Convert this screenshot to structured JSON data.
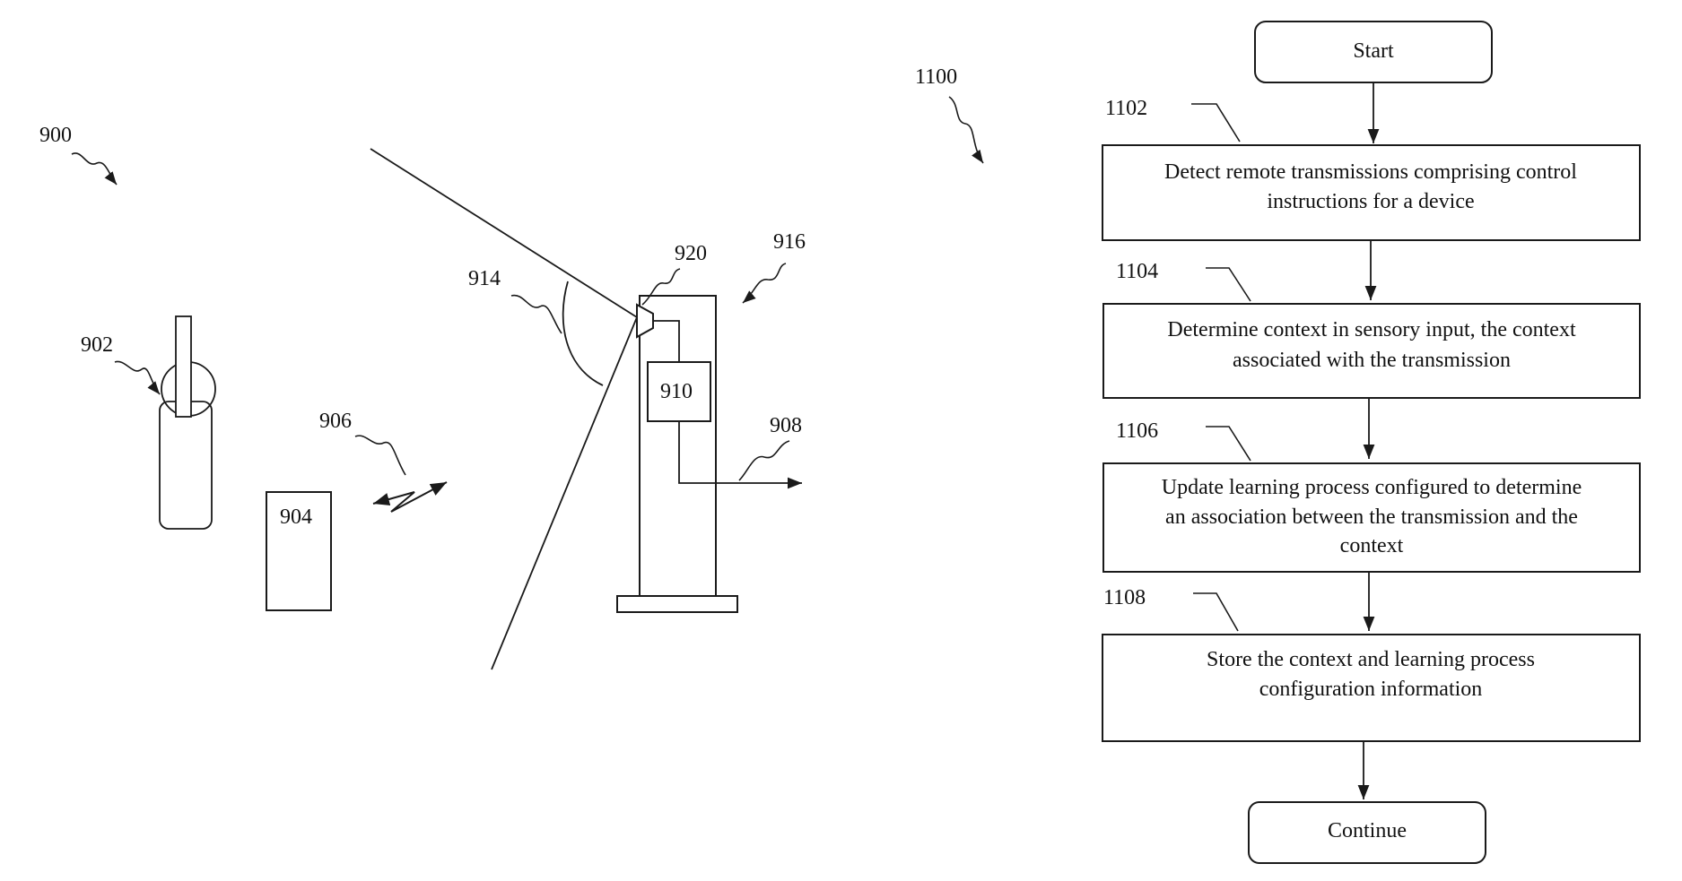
{
  "figure_900": {
    "ref_900": "900",
    "ref_902": "902",
    "ref_904": "904",
    "ref_906": "906",
    "ref_908": "908",
    "ref_910": "910",
    "ref_914": "914",
    "ref_916": "916",
    "ref_920": "920"
  },
  "figure_1100": {
    "ref_1100": "1100",
    "start_label": "Start",
    "continue_label": "Continue",
    "steps": [
      {
        "ref": "1102",
        "line1": "Detect remote transmissions comprising control",
        "line2": "instructions for a device",
        "line3": ""
      },
      {
        "ref": "1104",
        "line1": "Determine context in sensory input, the context",
        "line2": "associated with the transmission",
        "line3": ""
      },
      {
        "ref": "1106",
        "line1": "Update learning process configured to determine",
        "line2": "an association between the transmission and the",
        "line3": "context"
      },
      {
        "ref": "1108",
        "line1": "Store the context and learning process",
        "line2": "configuration information",
        "line3": ""
      }
    ]
  }
}
